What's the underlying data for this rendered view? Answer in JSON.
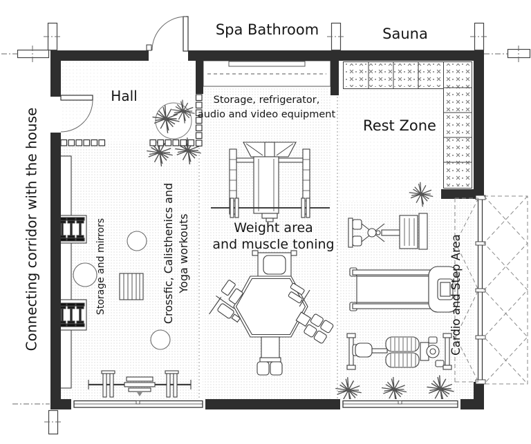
{
  "meta": {
    "type": "floor-plan",
    "subject": "Home gym / fitness room floor plan"
  },
  "labels": {
    "corridor": "Connecting corridor with the house",
    "spa_bathroom": "Spa Bathroom",
    "sauna": "Sauna",
    "hall": "Hall",
    "storage_line1": "Storage, refrigerator,",
    "storage_line2": "audio and video equipment",
    "rest_zone": "Rest Zone",
    "storage_mirrors": "Storage and mirrors",
    "workout_line1": "Crossfic, Calisthenics and",
    "workout_line2": "Yoga workouts",
    "weight_line1": "Weight area",
    "weight_line2": "and muscle toning",
    "cardio": "Cardio and Step Area"
  },
  "icons": [
    "corridor-door-icon",
    "hall-door-icon",
    "window-icon",
    "folding-glass-door-icon",
    "wardrobe-icon",
    "accordion-partition-icon",
    "axis-marker-icon",
    "mirror-storage-icon",
    "dumbbell-rack-icon",
    "gym-ball-icon",
    "exercise-mat-icon",
    "barbell-icon",
    "bench-press-icon",
    "multi-station-gym-icon",
    "sofa-icon",
    "plant-icon",
    "planter-icon",
    "elliptical-trainer-icon",
    "treadmill-icon",
    "exercise-bike-icon"
  ],
  "colors": {
    "background": "#ffffff",
    "wall": "#2e2e2e",
    "line": "#3d3d3d",
    "dashed": "#8a8a8a",
    "floor_dot_medium": "#b8b8b8",
    "floor_dot_light": "#d4d4d4",
    "text": "#161616"
  }
}
